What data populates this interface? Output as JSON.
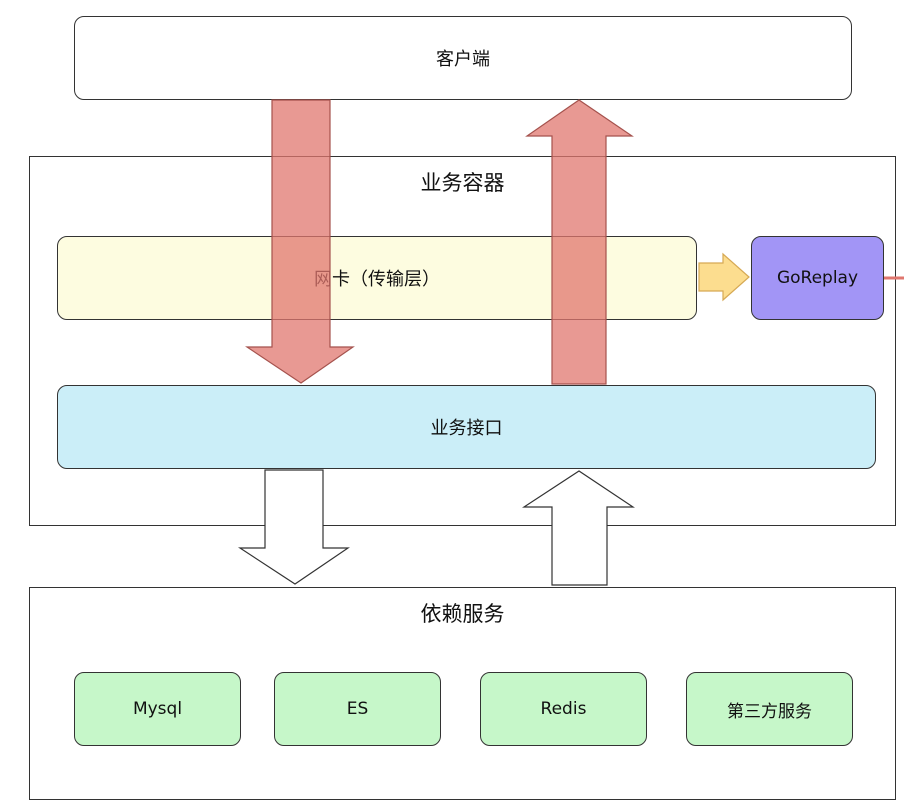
{
  "client": {
    "label": "客户端"
  },
  "business_container": {
    "title": "业务容器"
  },
  "nic": {
    "label": "网卡（传输层）"
  },
  "goreplay": {
    "label": "GoReplay"
  },
  "business_api": {
    "label": "业务接口"
  },
  "dependencies": {
    "title": "依赖服务",
    "items": [
      {
        "label": "Mysql"
      },
      {
        "label": "ES"
      },
      {
        "label": "Redis"
      },
      {
        "label": "第三方服务"
      }
    ]
  },
  "colors": {
    "red_arrow_fill": "#e0776f",
    "red_arrow_stroke": "#a5524d",
    "yellow_arrow_fill": "#fcdd8f",
    "yellow_arrow_stroke": "#d6a954",
    "nic_fill": "#fdfce0",
    "goreplay_fill": "#a295f6",
    "api_fill": "#cbeef8",
    "dep_fill": "#c6f7c9"
  }
}
